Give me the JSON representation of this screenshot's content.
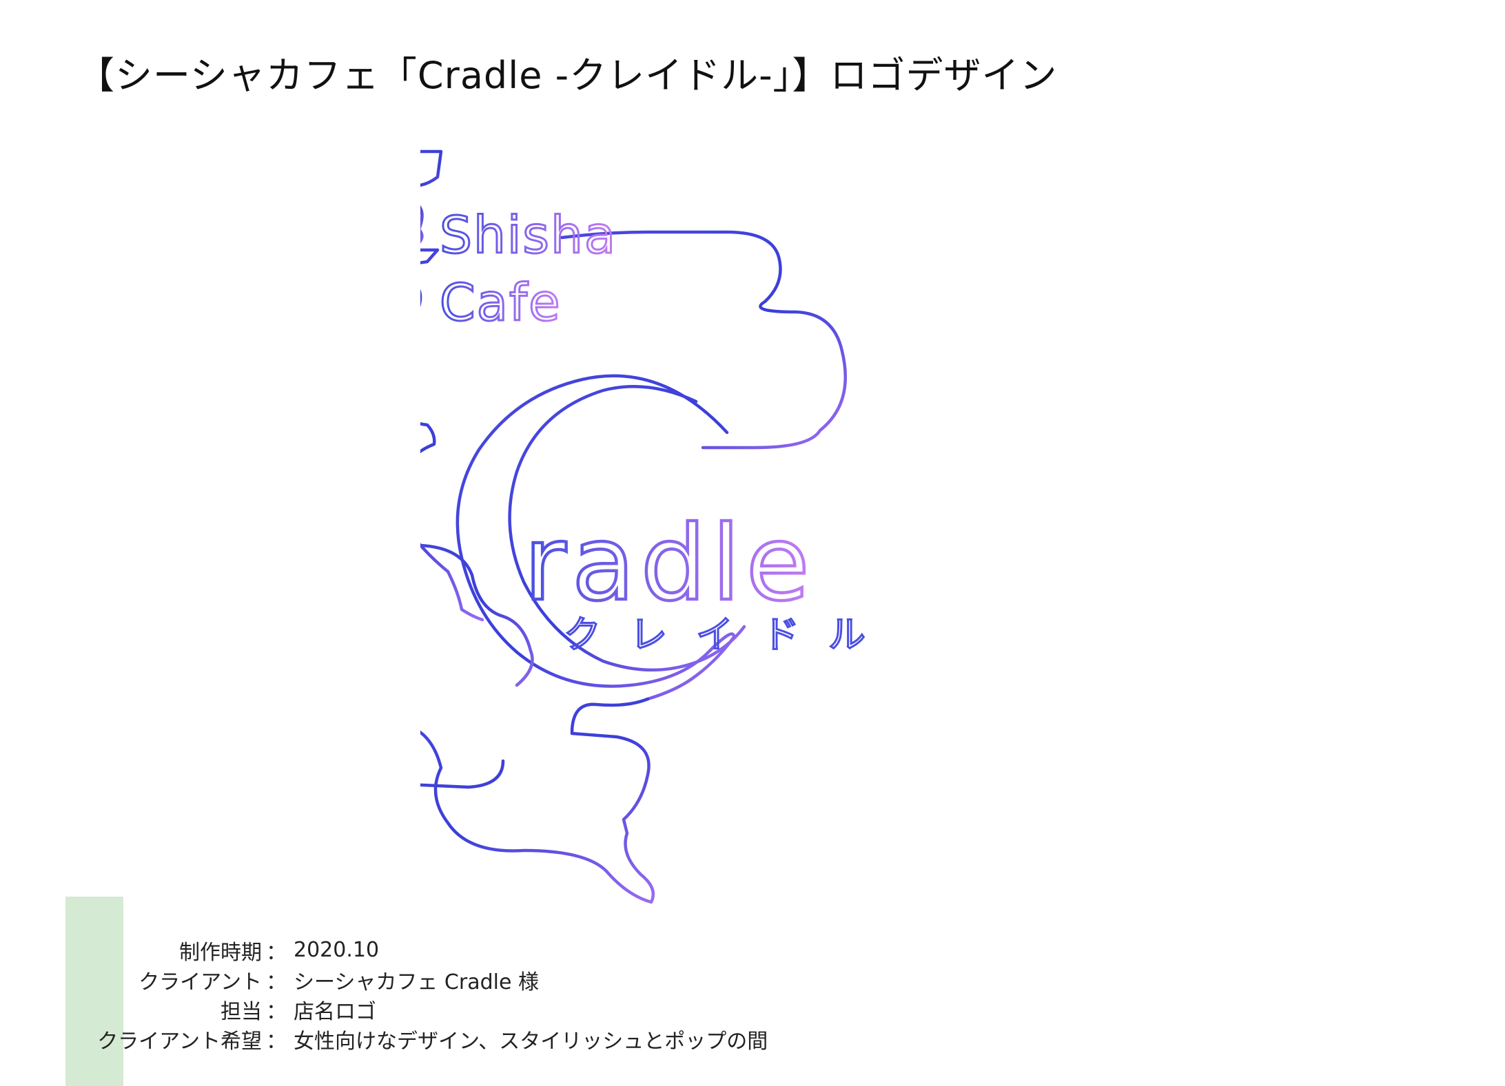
{
  "title": "【シーシャカフェ「Cradle -クレイドル-」】ロゴデザイン",
  "logo": {
    "line1": "Shisha",
    "line2": "Cafe",
    "wordmark_initial": "C",
    "wordmark_rest": "radle",
    "katakana": "クレイドル",
    "colors": {
      "blue": "#3b3fd8",
      "purple": "#b072f0",
      "mid": "#5a5ff0"
    }
  },
  "info": [
    {
      "label": "制作時期",
      "sep": "：",
      "value": "2020.10"
    },
    {
      "label": "クライアント",
      "sep": "：",
      "value": "シーシャカフェ Cradle 様"
    },
    {
      "label": "担当",
      "sep": "：",
      "value": "店名ロゴ"
    },
    {
      "label": "クライアント希望",
      "sep": "：",
      "value": "女性向けなデザイン、スタイリッシュとポップの間"
    }
  ],
  "accent": "#d4ead2"
}
